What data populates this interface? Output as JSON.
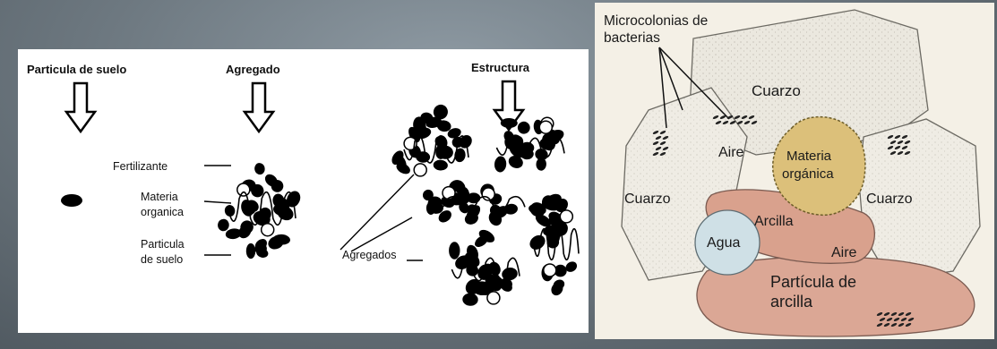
{
  "left": {
    "headers": [
      "Particula de suelo",
      "Agregado",
      "Estructura"
    ],
    "labels": {
      "fertilizante": "Fertilizante",
      "materia_line1": "Materia",
      "materia_line2": "organica",
      "particula_line1": "Particula",
      "particula_line2": "de suelo",
      "agregados": "Agregados"
    }
  },
  "right": {
    "microcolonias_line1": "Microcolonias de",
    "microcolonias_line2": "bacterias",
    "cuarzo_top": "Cuarzo",
    "cuarzo_left": "Cuarzo",
    "cuarzo_right": "Cuarzo",
    "aire_top": "Aire",
    "aire_bottom": "Aire",
    "materia_line1": "Materia",
    "materia_line2": "orgánica",
    "arcilla": "Arcilla",
    "agua": "Agua",
    "particula_line1": "Partícula de",
    "particula_line2": "arcilla"
  },
  "colors": {
    "background": "#6d7880",
    "quartz": "#ebe8df",
    "clay": "#dba795",
    "water": "#cfe0e6",
    "organic": "#dcc07a"
  }
}
